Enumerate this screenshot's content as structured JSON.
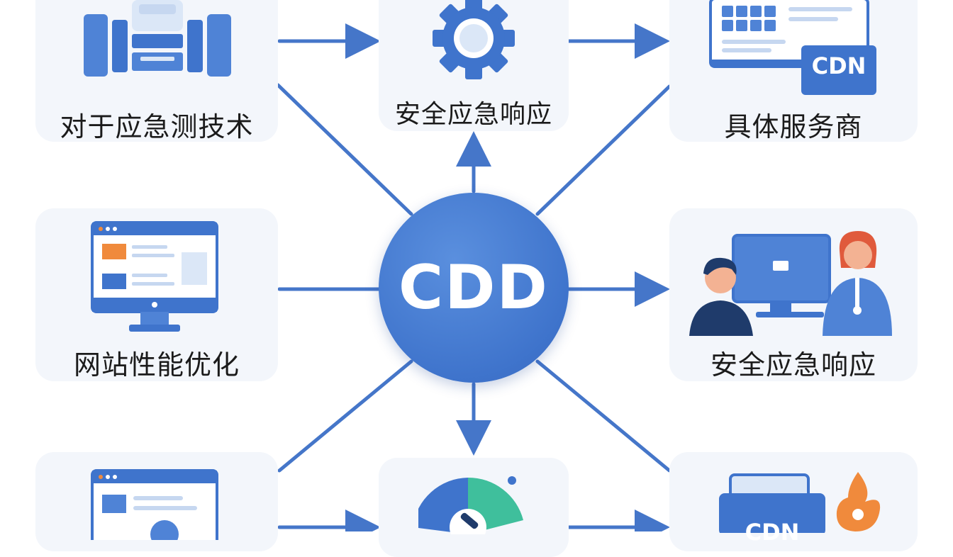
{
  "hub": {
    "label": "CDD"
  },
  "nodes": {
    "top_left": {
      "label": "对于应急测技术",
      "icon": "server-rack-icon"
    },
    "top_center": {
      "label": "安全应急响应",
      "icon": "gear-icon"
    },
    "top_right": {
      "label": "具体服务商",
      "icon": "cdn-dashboard-icon",
      "badge": "CDN"
    },
    "mid_left": {
      "label": "网站性能优化",
      "icon": "monitor-icon"
    },
    "mid_right": {
      "label": "安全应急响应",
      "icon": "support-team-icon"
    },
    "bottom_left": {
      "icon": "web-search-icon"
    },
    "bottom_center": {
      "icon": "gauge-chart-icon"
    },
    "bottom_right": {
      "icon": "cdn-fire-icon",
      "badge": "CDN"
    }
  },
  "colors": {
    "accent": "#3f74cc",
    "arrow": "#4576c9",
    "card_bg": "#f3f6fb",
    "orange": "#f08a3c"
  }
}
